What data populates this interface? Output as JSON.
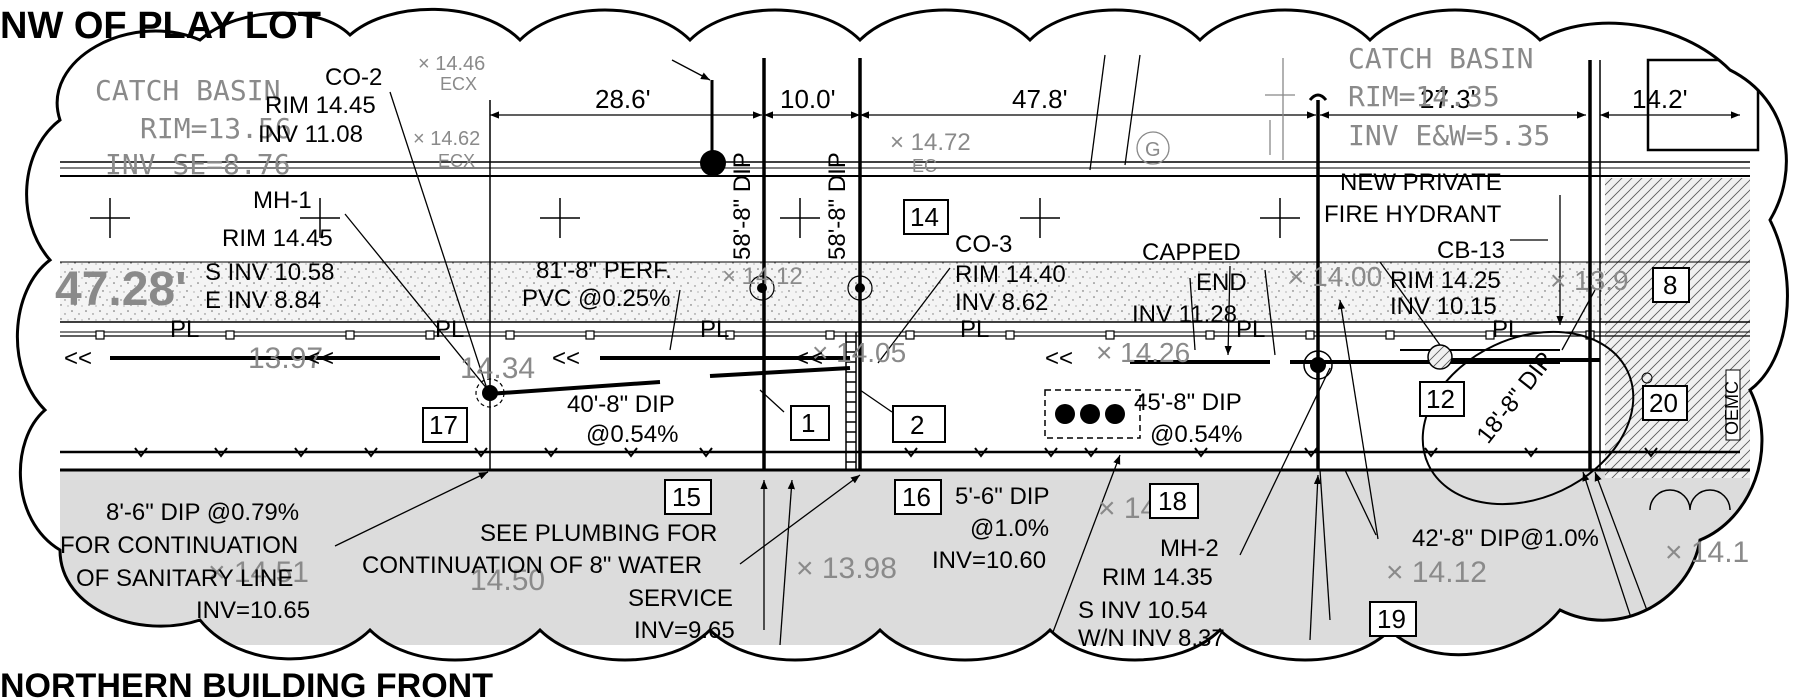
{
  "titles": {
    "top": "NW OF PLAY LOT",
    "bottom": "NORTHERN BUILDING FRONT"
  },
  "dimensions": [
    "28.6'",
    "10.0'",
    "47.8'",
    "27.3'",
    "14.2'"
  ],
  "big_elevation": "47.28'",
  "callouts": {
    "co2": {
      "name": "CO-2",
      "rim": "RIM 14.45",
      "inv": "INV 11.08"
    },
    "mh1": {
      "name": "MH-1",
      "rim": "RIM 14.45",
      "s_inv": "S INV 10.58",
      "e_inv": "E INV 8.84"
    },
    "co3": {
      "name": "CO-3",
      "rim": "RIM 14.40",
      "inv": "INV 8.62"
    },
    "capped": {
      "l1": "CAPPED",
      "l2": "END",
      "inv": "INV 11.28"
    },
    "hydrant": {
      "l1": "NEW PRIVATE",
      "l2": "FIRE HYDRANT"
    },
    "cb13": {
      "name": "CB-13",
      "rim": "RIM 14.25",
      "inv": "INV 10.15"
    },
    "mh2": {
      "name": "MH-2",
      "rim": "RIM 14.35",
      "s_inv": "S INV 10.54",
      "wn_inv": "W/N INV 8.37"
    },
    "perf": {
      "l1": "81'-8\" PERF.",
      "l2": "PVC @0.25%"
    },
    "dip40": {
      "l1": "40'-8\" DIP",
      "l2": "@0.54%"
    },
    "dip45": {
      "l1": "45'-8\" DIP",
      "l2": "@0.54%"
    },
    "dip5": {
      "l1": "5'-6\" DIP",
      "l2": "@1.0%",
      "inv": "INV=10.60"
    },
    "dip42": "42'-8\" DIP@1.0%",
    "dip18": "18'-8\" DIP",
    "vert1": "58'-8\" DIP",
    "vert2": "58'-8\" DIP",
    "sanitary": {
      "l1": "8'-6\" DIP @0.79%",
      "l2": "FOR CONTINUATION",
      "l3": "OF SANITARY LINE",
      "inv": "INV=10.65"
    },
    "plumbing": {
      "l1": "SEE PLUMBING FOR",
      "l2": "CONTINUATION OF 8\" WATER",
      "l3": "SERVICE",
      "inv": "INV=9.65"
    }
  },
  "tags": [
    "1",
    "2",
    "8",
    "12",
    "14",
    "15",
    "16",
    "17",
    "18",
    "19",
    "20"
  ],
  "gray_labels": {
    "cb_left": {
      "l1": "CATCH BASIN",
      "l2": "RIM=13.56",
      "l3": "INV SE=8.76"
    },
    "cb_right": {
      "l1": "CATCH BASIN",
      "l2": "RIM=14.35",
      "l3": "INV E&W=5.35"
    },
    "spots": [
      "× 14.46",
      "ECX",
      "× 14.62",
      "ECX",
      "× 14.72",
      "EC",
      "× 14.12",
      "13.97",
      "14.34",
      "× 14.05",
      "× 14.26",
      "× 14.00",
      "× 13.9",
      "× 14.25",
      "× 13.98",
      "14.50",
      "× 14.51",
      "× 14.12",
      "× 14.1"
    ]
  },
  "misc": {
    "pl": "PL",
    "oemc": "OEMC",
    "g": "G",
    "arrows": "<<"
  }
}
